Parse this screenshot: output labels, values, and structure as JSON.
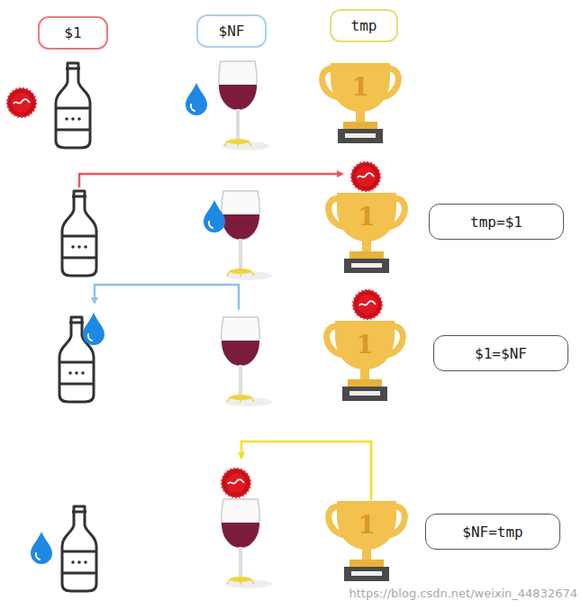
{
  "diagram": {
    "nodes": [
      {
        "text": [
          "$1"
        ]
      },
      {
        "text": [
          "$NF"
        ]
      },
      {
        "text": [
          "tmp"
        ]
      },
      {
        "text": [
          "tmp=$1"
        ]
      },
      {
        "text": [
          "$1=$NF"
        ]
      },
      {
        "text": [
          "$NF=tmp"
        ]
      }
    ],
    "labels": [
      "1",
      "1",
      "1",
      "1",
      "https://blog.csdn.net/weixin_44832674"
    ]
  }
}
